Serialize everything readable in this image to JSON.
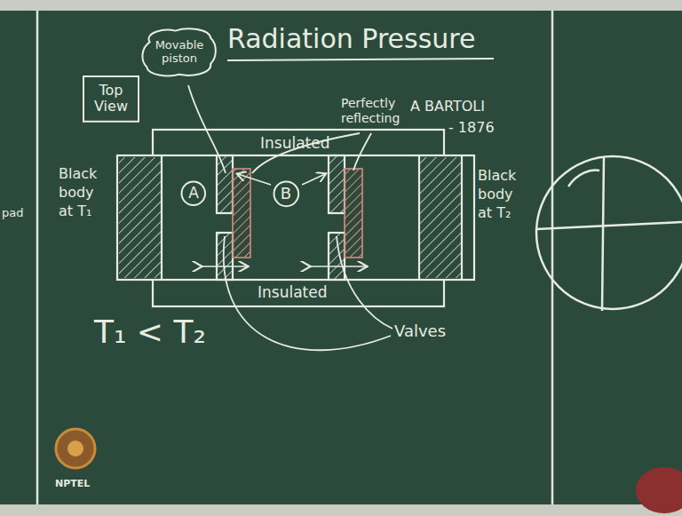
{
  "diagram": {
    "title": "Radiation Pressure",
    "nodes": [
      {
        "text": [
          "Top View"
        ]
      },
      {
        "text": [
          "Movable piston"
        ]
      },
      {
        "text": [
          "A"
        ]
      },
      {
        "text": [
          "B"
        ]
      }
    ],
    "labels": [
      "pad",
      "Perfectly reflecting",
      "A BARTOLI",
      "- 1876",
      "Insulated",
      "Insulated",
      "Black body at T₁",
      "Black body at T₂",
      "T₁ < T₂",
      "Valves",
      "NPTEL"
    ]
  }
}
